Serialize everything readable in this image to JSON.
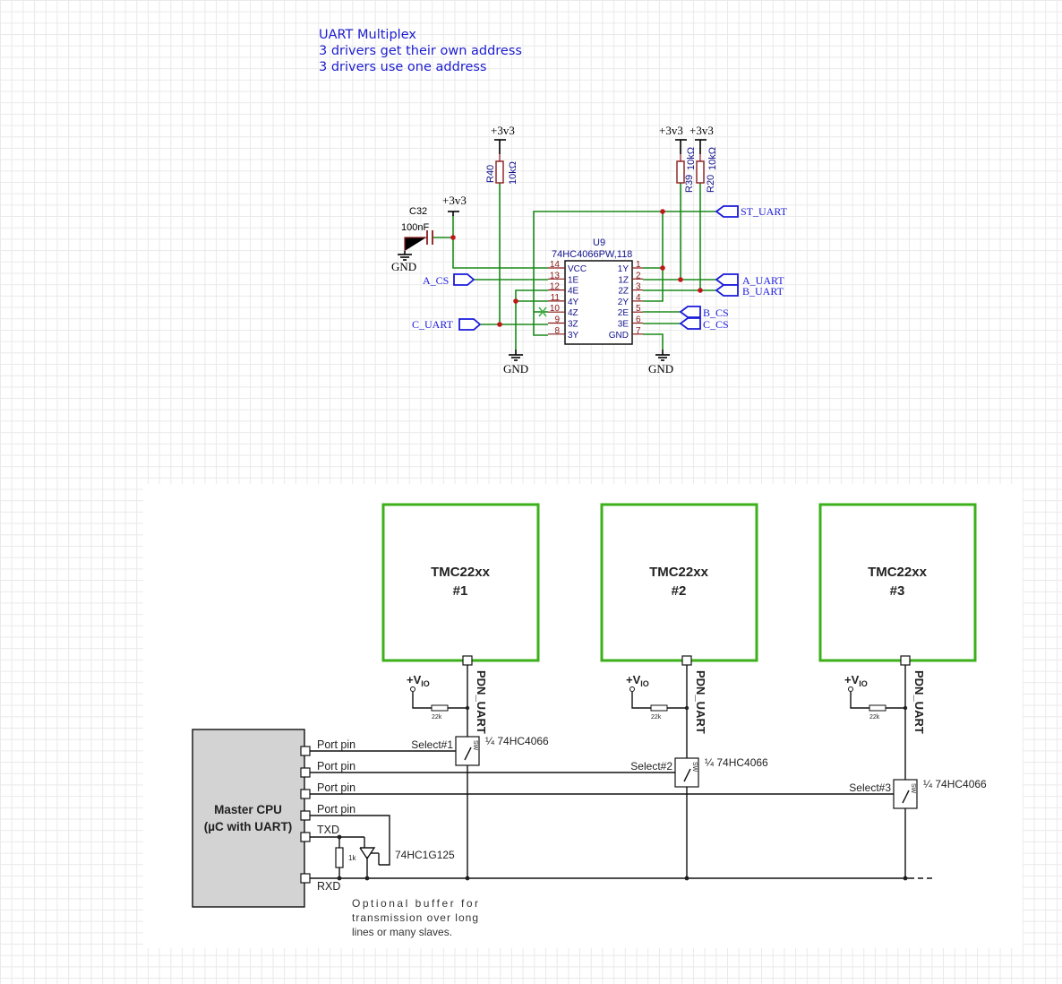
{
  "notes": {
    "line1": "UART Multiplex",
    "line2": "3 drivers get their own address",
    "line3": "3 drivers use one address"
  },
  "power_labels": {
    "v3a": "+3v3",
    "v3b": "+3v3",
    "v3c": "+3v3",
    "v3d": "+3v3"
  },
  "gnd_labels": {
    "g1": "GND",
    "g2": "GND",
    "g3": "GND"
  },
  "cap": {
    "ref": "C32",
    "value": "100nF"
  },
  "resistors": {
    "r40_ref": "R40",
    "r40_val": "10kΩ",
    "r39_ref": "R39",
    "r39_val": "10kΩ",
    "r20_ref": "R20",
    "r20_val": "10kΩ"
  },
  "ic": {
    "ref": "U9",
    "part": "74HC4066PW,118",
    "left_pins": [
      {
        "num": "14",
        "name": "VCC"
      },
      {
        "num": "13",
        "name": "1E"
      },
      {
        "num": "12",
        "name": "4E"
      },
      {
        "num": "11",
        "name": "4Y"
      },
      {
        "num": "10",
        "name": "4Z"
      },
      {
        "num": "9",
        "name": "3Z"
      },
      {
        "num": "8",
        "name": "3Y"
      }
    ],
    "right_pins": [
      {
        "num": "1",
        "name": "1Y"
      },
      {
        "num": "2",
        "name": "1Z"
      },
      {
        "num": "3",
        "name": "2Z"
      },
      {
        "num": "4",
        "name": "2Y"
      },
      {
        "num": "5",
        "name": "2E"
      },
      {
        "num": "6",
        "name": "3E"
      },
      {
        "num": "7",
        "name": "GND"
      }
    ]
  },
  "net_labels": {
    "st_uart": "ST_UART",
    "a_uart": "A_UART",
    "b_uart": "B_UART",
    "b_cs": "B_CS",
    "c_cs": "C_CS",
    "a_cs": "A_CS",
    "c_uart": "C_UART"
  },
  "drivers": [
    {
      "name": "TMC22xx",
      "num": "#1"
    },
    {
      "name": "TMC22xx",
      "num": "#2"
    },
    {
      "name": "TMC22xx",
      "num": "#3"
    }
  ],
  "ref_circuit": {
    "vio": "+V",
    "vio_sub": "IO",
    "pdn": "PDN_UART",
    "pullup": "22k",
    "switch_part": "¼ 74HC4066",
    "switch_label": "SW",
    "selects": [
      "Select#1",
      "Select#2",
      "Select#3"
    ],
    "cpu_line1": "Master CPU",
    "cpu_line2": "(µC with UART)",
    "ports": [
      "Port pin",
      "Port pin",
      "Port pin",
      "Port pin",
      "TXD",
      "RXD"
    ],
    "r1k": "1k",
    "buffer": "74HC1G125",
    "optional": [
      "Optional buffer for",
      "transmission over long",
      "lines or many slaves."
    ]
  },
  "colors": {
    "wire": "#1a8a1a",
    "pin": "#8b1a1a",
    "label": "#1a1adc",
    "driver_border": "#3cb01a",
    "cpu_fill": "#d3d3d3"
  }
}
